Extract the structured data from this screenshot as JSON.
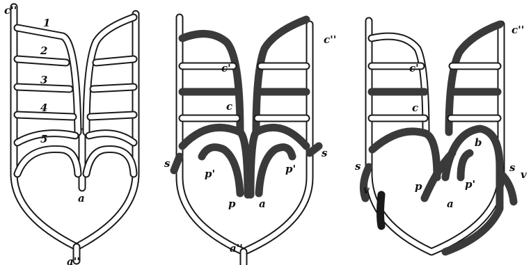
{
  "panels": [
    {
      "labels": {
        "c2": "c''",
        "n1": "1",
        "n2": "2",
        "n3": "3",
        "n4": "4",
        "n5": "5",
        "a": "a",
        "a2": "a''"
      }
    },
    {
      "labels": {
        "c2": "c''",
        "c1": "c'",
        "c": "c",
        "s_left": "s",
        "s_right": "s",
        "p_prime_left": "p'",
        "p_prime_right": "p'",
        "p": "p",
        "a": "a",
        "a2": "a''"
      }
    },
    {
      "labels": {
        "c2": "c''",
        "c1": "c'",
        "c": "c",
        "b": "b",
        "s_left": "s",
        "s_right": "s",
        "v_left": "v",
        "v_right": "v",
        "p": "p",
        "p_prime": "p'",
        "a": "a"
      }
    }
  ]
}
